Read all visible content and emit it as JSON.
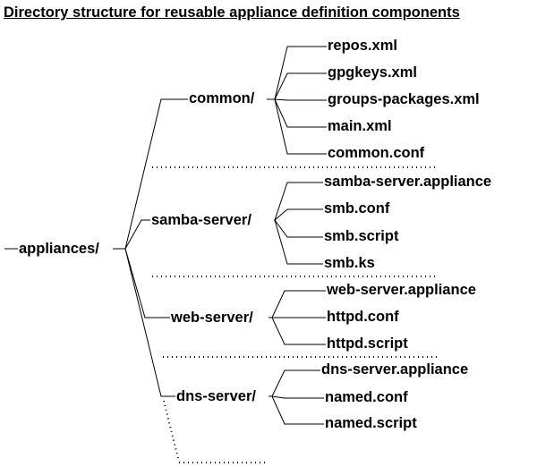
{
  "title": "Directory structure for reusable appliance definition components",
  "root": "appliances/",
  "folders": [
    {
      "name": "common/",
      "files": [
        "repos.xml",
        "gpgkeys.xml",
        "groups-packages.xml",
        "main.xml",
        "common.conf"
      ]
    },
    {
      "name": "samba-server/",
      "files": [
        "samba-server.appliance",
        "smb.conf",
        "smb.script",
        "smb.ks"
      ]
    },
    {
      "name": "web-server/",
      "files": [
        "web-server.appliance",
        "httpd.conf",
        "httpd.script"
      ]
    },
    {
      "name": "dns-server/",
      "files": [
        "dns-server.appliance",
        "named.conf",
        "named.script"
      ]
    }
  ]
}
